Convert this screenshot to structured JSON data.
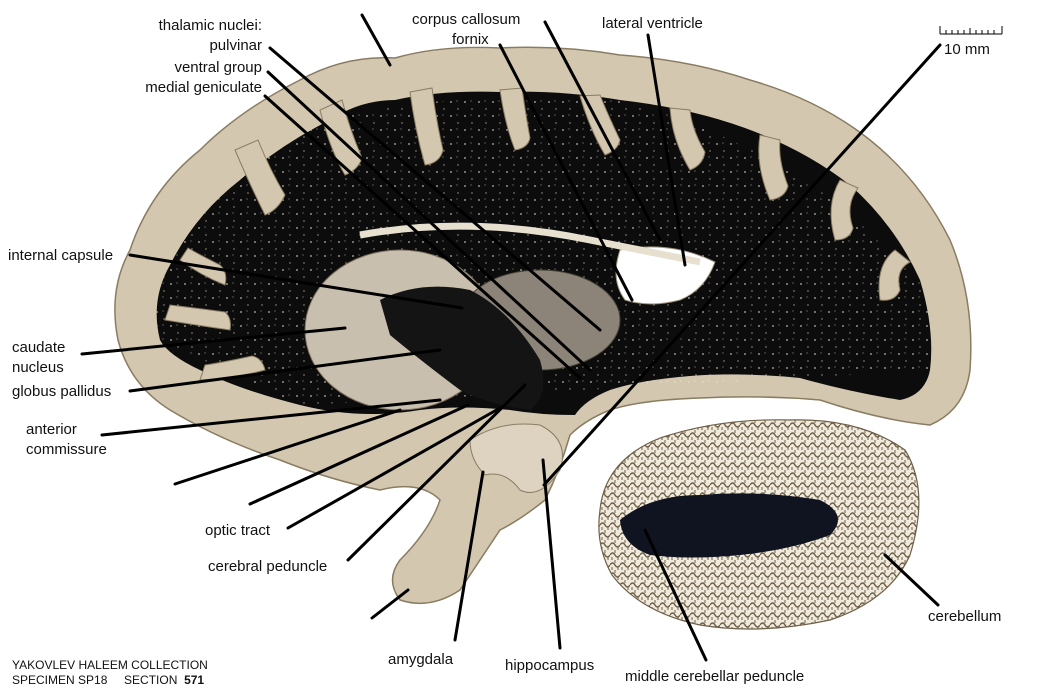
{
  "labels": {
    "thalamic_nuclei": "thalamic nuclei:",
    "pulvinar": "pulvinar",
    "ventral_group": "ventral group",
    "medial_geniculate": "medial geniculate",
    "corpus_callosum": "corpus callosum",
    "fornix": "fornix",
    "lateral_ventricle": "lateral ventricle",
    "internal_capsule": "internal capsule",
    "caudate_nucleus_1": "caudate",
    "caudate_nucleus_2": "nucleus",
    "globus_pallidus": "globus pallidus",
    "anterior_commissure_1": "anterior",
    "anterior_commissure_2": "commissure",
    "optic_tract": "optic tract",
    "cerebral_peduncle": "cerebral peduncle",
    "amygdala": "amygdala",
    "hippocampus": "hippocampus",
    "middle_cerebellar_peduncle": "middle cerebellar peduncle",
    "cerebellum": "cerebellum"
  },
  "scale_bar": {
    "label": "10 mm"
  },
  "footer": {
    "collection": "YAKOVLEV HALEEM COLLECTION",
    "specimen": "SPECIMEN SP18",
    "section_label": "SECTION",
    "section_number": "571"
  },
  "colors": {
    "white_matter": "#0c0c0c",
    "gray_matter": "#d3c7b0",
    "background": "#ffffff",
    "leader_line": "#000000"
  }
}
